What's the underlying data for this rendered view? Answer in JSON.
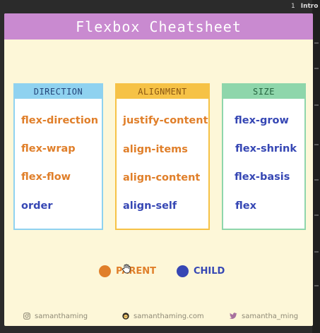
{
  "background": {
    "top_right_text": "Intro",
    "top_right_number": "1"
  },
  "header": {
    "title": "Flexbox Cheatsheet",
    "color": "#c98ad0"
  },
  "columns": [
    {
      "title": "DIRECTION",
      "color": "#8fd2f0",
      "items": [
        {
          "label": "flex-direction",
          "type": "parent"
        },
        {
          "label": "flex-wrap",
          "type": "parent"
        },
        {
          "label": "flex-flow",
          "type": "parent"
        },
        {
          "label": "order",
          "type": "child"
        }
      ]
    },
    {
      "title": "ALIGNMENT",
      "color": "#f6c246",
      "items": [
        {
          "label": "justify-content",
          "type": "parent"
        },
        {
          "label": "align-items",
          "type": "parent"
        },
        {
          "label": "align-content",
          "type": "parent"
        },
        {
          "label": "align-self",
          "type": "child"
        }
      ]
    },
    {
      "title": "SIZE",
      "color": "#8ed6ab",
      "items": [
        {
          "label": "flex-grow",
          "type": "child"
        },
        {
          "label": "flex-shrink",
          "type": "child"
        },
        {
          "label": "flex-basis",
          "type": "child"
        },
        {
          "label": "flex",
          "type": "child"
        }
      ]
    }
  ],
  "legend": {
    "parent": {
      "label": "PARENT",
      "color": "#e07f2a"
    },
    "child": {
      "label": "CHILD",
      "color": "#3647b4"
    }
  },
  "footer": {
    "instagram": "samanthaming",
    "website": "samanthaming.com",
    "twitter": "samantha_ming"
  }
}
